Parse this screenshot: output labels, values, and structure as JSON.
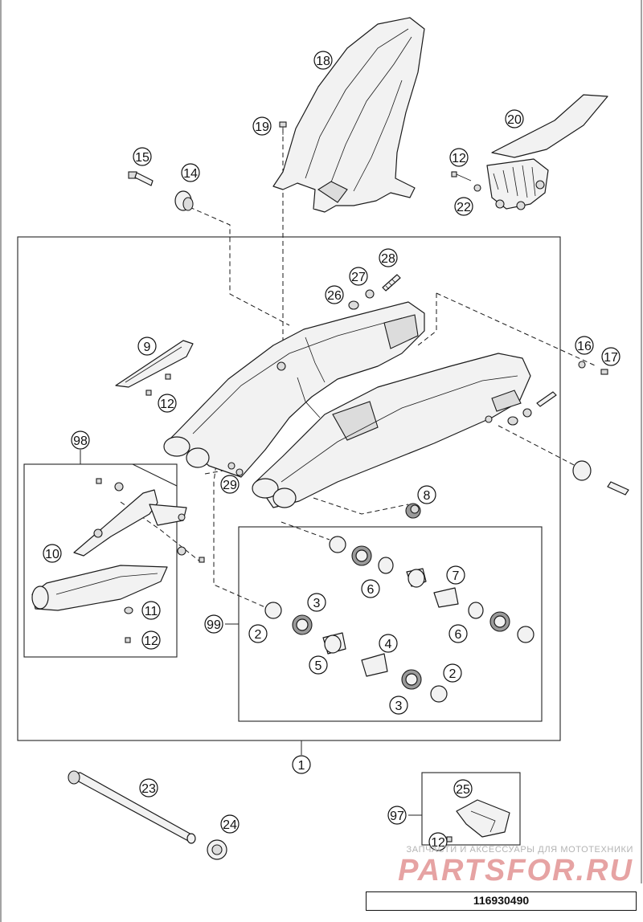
{
  "diagram": {
    "callouts": {
      "c18": "18",
      "c19": "19",
      "c20": "20",
      "c12a": "12",
      "c22": "22",
      "c15": "15",
      "c14": "14",
      "c28": "28",
      "c27": "27",
      "c26": "26",
      "c9": "9",
      "c12b": "12",
      "c16": "16",
      "c17": "17",
      "c98": "98",
      "c29": "29",
      "c8": "8",
      "c10": "10",
      "c11": "11",
      "c12c": "12",
      "c7": "7",
      "c6a": "6",
      "c3a": "3",
      "c99": "99",
      "c2a": "2",
      "c6b": "6",
      "c4": "4",
      "c5": "5",
      "c2b": "2",
      "c3b": "3",
      "c1": "1",
      "c23": "23",
      "c24": "24",
      "c25": "25",
      "c97": "97",
      "c12d": "12"
    },
    "watermark_text": "ЗАПЧАСТИ И АКСЕССУАРЫ ДЛЯ МОТОТЕХНИКИ",
    "watermark_logo": "PARTSFOR.RU",
    "document_number": "116930490"
  }
}
